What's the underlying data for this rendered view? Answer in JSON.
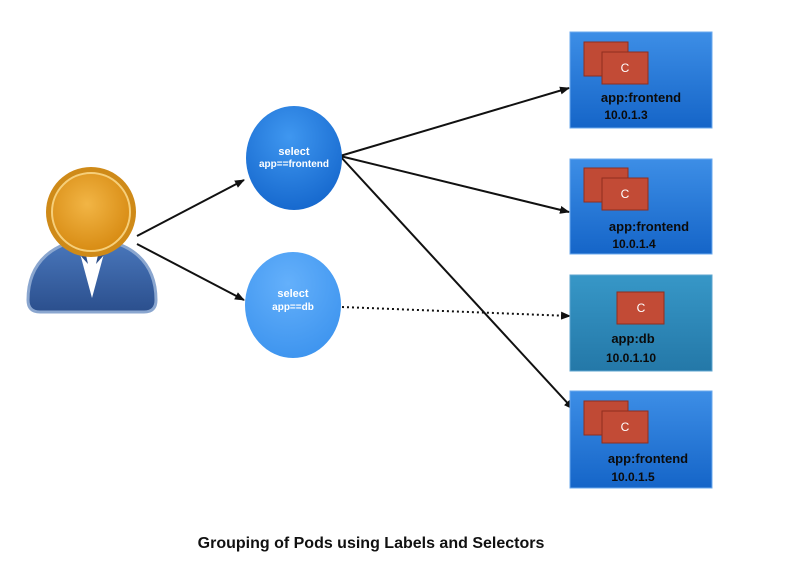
{
  "selectors": [
    {
      "line1": "select",
      "line2": "app==frontend"
    },
    {
      "line1": "select",
      "line2": "app==db"
    }
  ],
  "pods": [
    {
      "label": "app:frontend",
      "ip": "10.0.1.3",
      "container": "C"
    },
    {
      "label": "app:frontend",
      "ip": "10.0.1.4",
      "container": "C"
    },
    {
      "label": "app:db",
      "ip": "10.0.1.10",
      "container": "C"
    },
    {
      "label": "app:frontend",
      "ip": "10.0.1.5",
      "container": "C"
    }
  ],
  "caption": "Grouping of Pods using Labels and Selectors",
  "colors": {
    "pod_blue": "#1f74d4",
    "pod_db": "#2a86b6",
    "selector_blue": "#2f86e6",
    "container_red": "#c04a35",
    "user_head": "#e8a326",
    "user_body": "#3b63a5"
  }
}
